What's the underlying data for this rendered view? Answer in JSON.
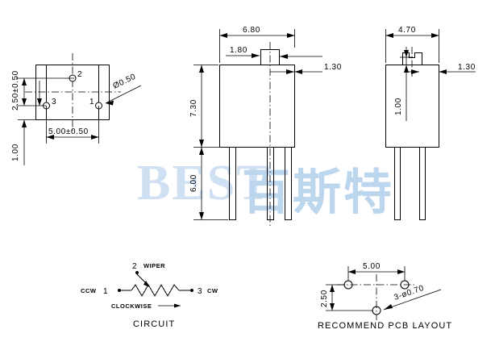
{
  "drawing": {
    "watermark": {
      "brand": "BEST",
      "cjk": "百斯特"
    },
    "top_view": {
      "name": "top-view",
      "pin_labels": {
        "p1": "1",
        "p2": "2",
        "p3": "3"
      },
      "dims": {
        "pitch_h": "5.00±0.50",
        "pitch_v": "2.50±0.50",
        "edge_offset": "1.00",
        "hole_dia": "Ø0.50"
      }
    },
    "front_view": {
      "name": "front-view",
      "dims": {
        "width": "6.80",
        "boss_offset": "1.80",
        "boss_right": "1.30",
        "body_height": "7.30",
        "pin_length": "6.00"
      }
    },
    "side_view": {
      "name": "side-view",
      "dims": {
        "width": "4.70",
        "right_offset": "1.30",
        "boss_height": "1.00"
      }
    },
    "circuit": {
      "title": "CIRCUIT",
      "terminal_1": "1",
      "terminal_1_tag": "CCW",
      "terminal_2": "2",
      "terminal_2_tag": "WIPER",
      "terminal_3": "3",
      "terminal_3_tag": "CW",
      "rotation_note": "CLOCKWISE"
    },
    "pcb_layout": {
      "title": "RECOMMEND PCB LAYOUT",
      "dims": {
        "pitch_h": "5.00",
        "pitch_v": "2.50",
        "hole_callout": "3-ø0.70"
      }
    }
  }
}
